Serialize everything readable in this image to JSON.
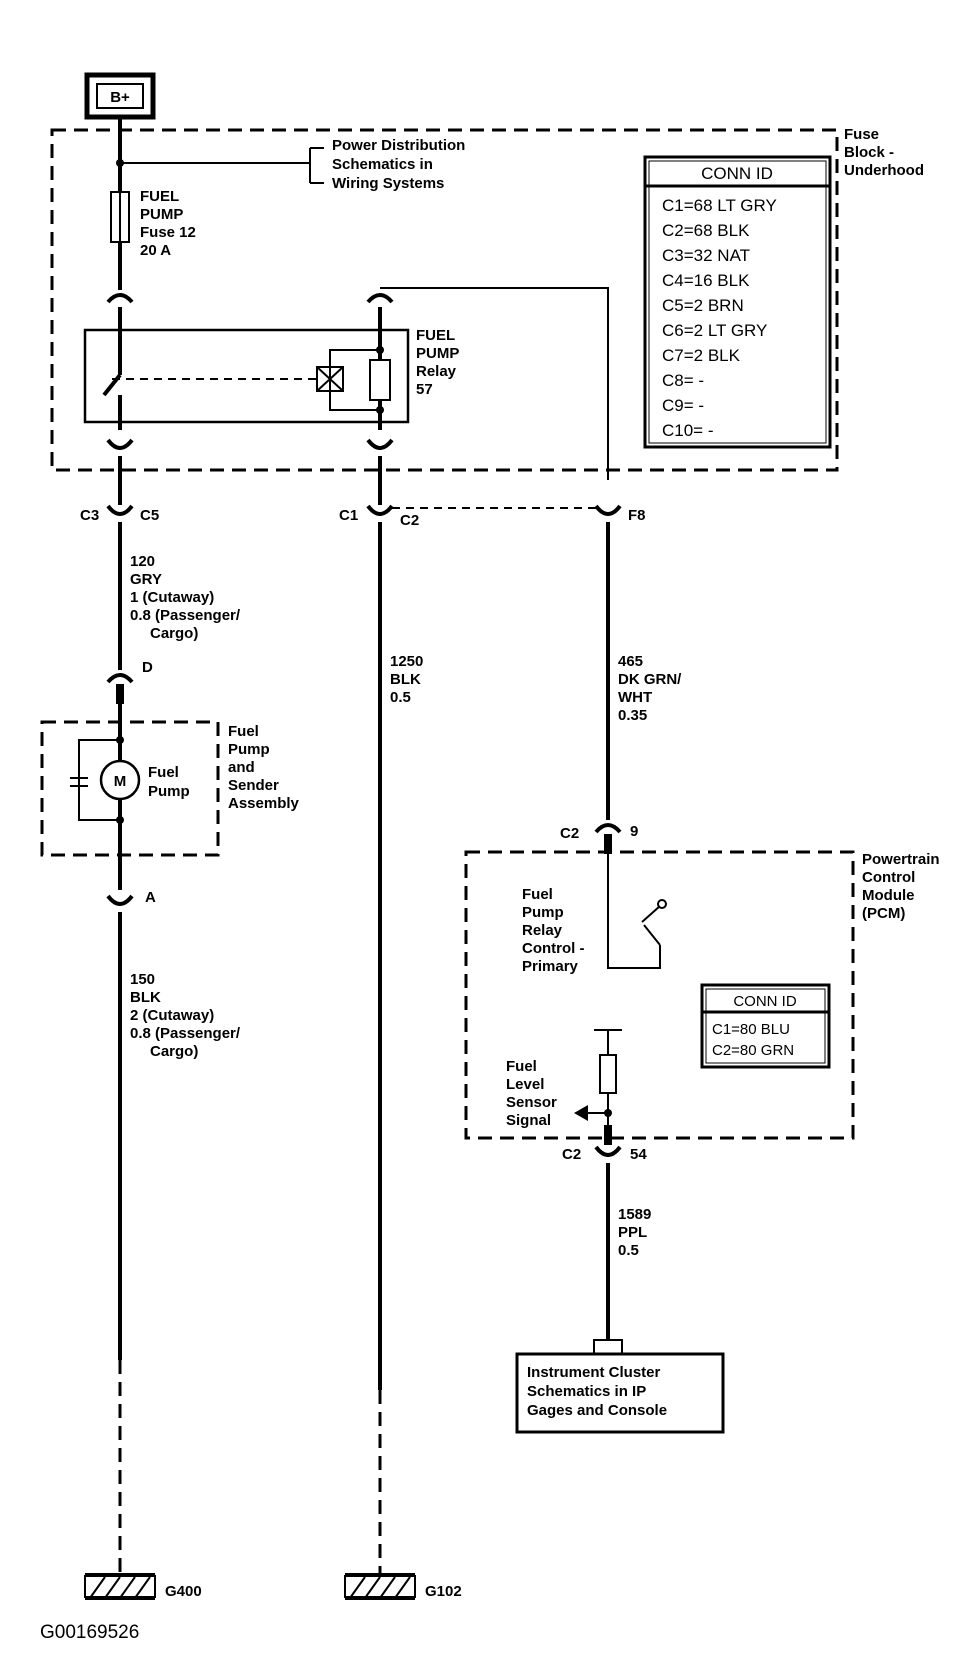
{
  "source": {
    "label": "B+"
  },
  "fuse_block": {
    "title": [
      "Fuse",
      "Block -",
      "Underhood"
    ],
    "reference": [
      "Power Distribution",
      "Schematics in",
      "Wiring Systems"
    ],
    "fuse": [
      "FUEL",
      "PUMP",
      "Fuse 12",
      "20 A"
    ],
    "relay": [
      "FUEL",
      "PUMP",
      "Relay",
      "57"
    ],
    "conn_id": {
      "title": "CONN ID",
      "rows": [
        "C1=68 LT GRY",
        "C2=68 BLK",
        "C3=32 NAT",
        "C4=16 BLK",
        "C5=2 BRN",
        "C6=2 LT GRY",
        "C7=2 BLK",
        "C8= -",
        "C9= -",
        "C10= -"
      ]
    },
    "connectors": {
      "c3": "C3",
      "c5": "C5",
      "c1": "C1",
      "c2": "C2",
      "f8": "F8"
    }
  },
  "wires": {
    "w120": [
      "120",
      "GRY",
      "1 (Cutaway)",
      "0.8 (Passenger/",
      "Cargo)"
    ],
    "w1250": [
      "1250",
      "BLK",
      "0.5"
    ],
    "w465": [
      "465",
      "DK GRN/",
      "WHT",
      "0.35"
    ],
    "w150": [
      "150",
      "BLK",
      "2 (Cutaway)",
      "0.8 (Passenger/",
      "Cargo)"
    ],
    "w1589": [
      "1589",
      "PPL",
      "0.5"
    ]
  },
  "pump_assembly": {
    "title": [
      "Fuel",
      "Pump",
      "and",
      "Sender",
      "Assembly"
    ],
    "motor_symbol": "M",
    "motor_label": [
      "Fuel",
      "Pump"
    ],
    "conn_top": "D",
    "conn_bottom": "A"
  },
  "pcm": {
    "title": [
      "Powertrain",
      "Control",
      "Module",
      "(PCM)"
    ],
    "conn_top": {
      "connector": "C2",
      "pin": "9"
    },
    "conn_bottom": {
      "connector": "C2",
      "pin": "54"
    },
    "relay_control": [
      "Fuel",
      "Pump",
      "Relay",
      "Control -",
      "Primary"
    ],
    "level_signal": [
      "Fuel",
      "Level",
      "Sensor",
      "Signal"
    ],
    "conn_id": {
      "title": "CONN ID",
      "rows": [
        "C1=80 BLU",
        "C2=80 GRN"
      ]
    }
  },
  "instrument_cluster": [
    "Instrument Cluster",
    "Schematics in IP",
    "Gages and Console"
  ],
  "grounds": {
    "left": "G400",
    "right": "G102"
  },
  "figure_id": "G00169526"
}
